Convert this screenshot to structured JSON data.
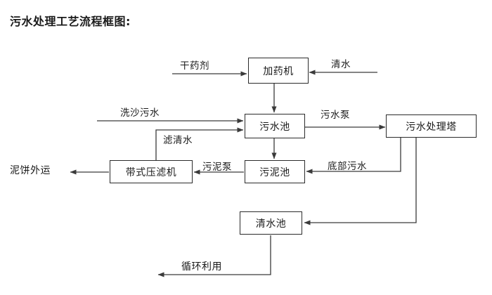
{
  "title": "污水处理工艺流程框图:",
  "theme": {
    "background": "#ffffff",
    "line_color": "#3a3a3a",
    "box_border": "#2b2b2b",
    "text_color": "#1a1a1a"
  },
  "nodes": [
    {
      "id": "dosing_machine",
      "label": "加药机"
    },
    {
      "id": "sewage_pool",
      "label": "污水池"
    },
    {
      "id": "sewage_treatment_tower",
      "label": "污水处理塔"
    },
    {
      "id": "belt_filter_press",
      "label": "带式压滤机"
    },
    {
      "id": "sludge_pool",
      "label": "污泥池"
    },
    {
      "id": "clean_water_pool",
      "label": "清水池"
    }
  ],
  "inputs": [
    {
      "id": "dry_reagent",
      "label": "干药剂",
      "to": "dosing_machine"
    },
    {
      "id": "clear_water",
      "label": "清水",
      "to": "dosing_machine"
    },
    {
      "id": "sand_washing_sewage",
      "label": "洗沙污水",
      "to": "sewage_pool"
    }
  ],
  "outputs": [
    {
      "id": "mud_cake_transport",
      "label": "泥饼外运",
      "from": "belt_filter_press"
    },
    {
      "id": "recycling",
      "label": "循环利用",
      "from": "clean_water_pool"
    }
  ],
  "edges": [
    {
      "id": "dry-reagent-to-dosing",
      "label": "干药剂",
      "from": "input",
      "to": "dosing_machine"
    },
    {
      "id": "clear-water-to-dosing",
      "label": "清水",
      "from": "input",
      "to": "dosing_machine"
    },
    {
      "id": "dosing-to-sewage-pool",
      "label": "",
      "from": "dosing_machine",
      "to": "sewage_pool"
    },
    {
      "id": "sand-washing-to-sewage-pool",
      "label": "洗沙污水",
      "from": "input",
      "to": "sewage_pool"
    },
    {
      "id": "filtrate-to-sewage-pool",
      "label": "滤清水",
      "from": "belt_filter_press",
      "to": "sewage_pool"
    },
    {
      "id": "sewage-pump-to-tower",
      "label": "污水泵",
      "from": "sewage_pool",
      "to": "sewage_treatment_tower"
    },
    {
      "id": "sewage-pool-to-sludge-pool",
      "label": "",
      "from": "sewage_pool",
      "to": "sludge_pool"
    },
    {
      "id": "bottom-sewage-to-sludge-pool",
      "label": "底部污水",
      "from": "sewage_treatment_tower",
      "to": "sludge_pool"
    },
    {
      "id": "sludge-pump-to-press",
      "label": "污泥泵",
      "from": "sludge_pool",
      "to": "belt_filter_press"
    },
    {
      "id": "press-to-mud-cake",
      "label": "泥饼外运",
      "from": "belt_filter_press",
      "to": "output"
    },
    {
      "id": "tower-to-clean-water-pool",
      "label": "",
      "from": "sewage_treatment_tower",
      "to": "clean_water_pool"
    },
    {
      "id": "clean-water-to-recycling",
      "label": "循环利用",
      "from": "clean_water_pool",
      "to": "output"
    }
  ]
}
